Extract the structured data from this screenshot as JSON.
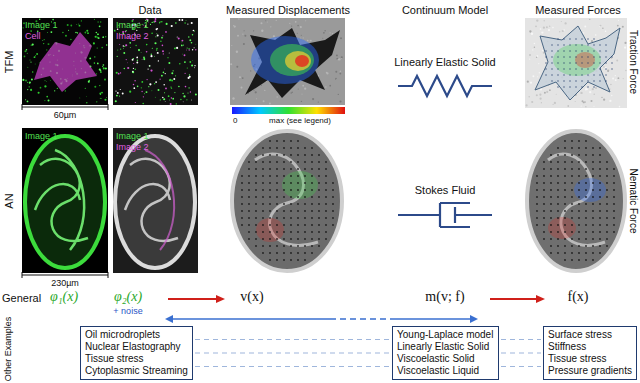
{
  "diagram": {
    "nodes": [
      {
        "text": [
          "Oil microdroplets",
          "Nuclear Elastography",
          "Tissue stress",
          "Cytoplasmic Streaming"
        ]
      },
      {
        "text": [
          "Young-Laplace model",
          "Linearly Elastic Solid",
          "Viscoelastic Solid",
          "Viscoelastic Liquid"
        ]
      },
      {
        "text": [
          "Surface stress",
          "Stiffness",
          "Tissue stress",
          "Pressure gradients"
        ]
      }
    ],
    "edges": [
      {
        "from": 0,
        "to": 1,
        "arrow": "none"
      },
      {
        "from": 0,
        "to": 1,
        "arrow": "none"
      },
      {
        "from": 0,
        "to": 1,
        "arrow": "none"
      },
      {
        "from": 1,
        "to": 2,
        "arrow": "none"
      },
      {
        "from": 1,
        "to": 2,
        "arrow": "none"
      },
      {
        "from": 1,
        "to": 2,
        "arrow": "none"
      }
    ],
    "labels": [
      "Data",
      "Measured Displacements",
      "Continuum Model",
      "Measured Forces",
      "TFM",
      "Image 1",
      "Cell",
      "Image 1",
      "Image 2",
      "60µm",
      "0",
      "max (see legend)",
      "Linearly Elastic Solid",
      "Traction Force",
      "AN",
      "Image 1",
      "Image 1",
      "Image 2",
      "230µm",
      "Stokes Fluid",
      "Nematic Force",
      "General",
      "φ₁(x)",
      "φ₂(x)",
      "+ noise",
      "v(x)",
      "m(v; f)",
      "f(x)",
      "Other Examples"
    ]
  }
}
